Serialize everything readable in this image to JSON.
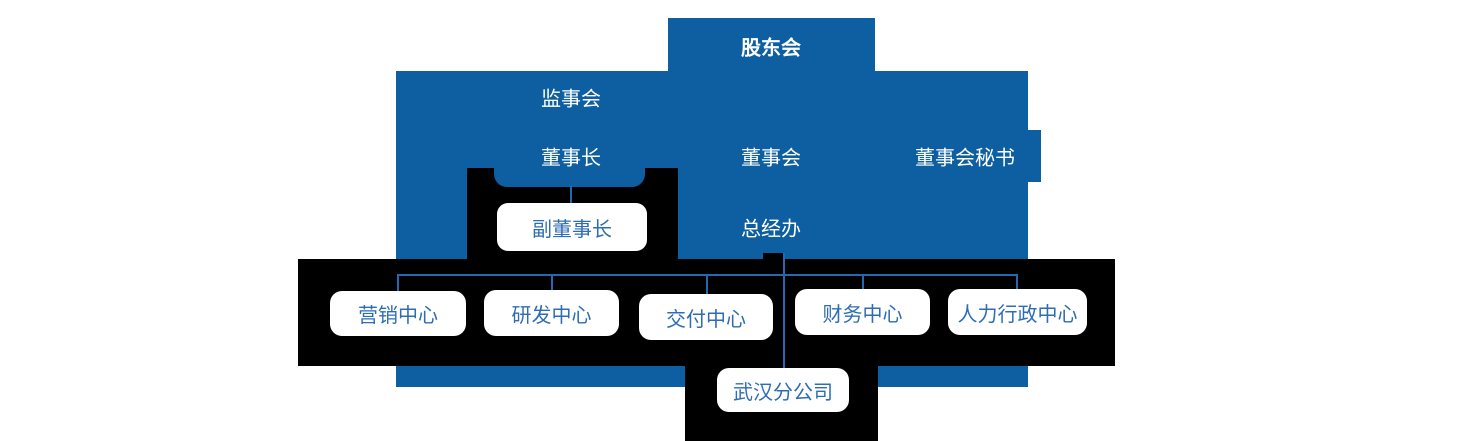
{
  "org_chart": {
    "nodes": {
      "shareholders": {
        "label": "股东会"
      },
      "supervisory": {
        "label": "监事会"
      },
      "chairman": {
        "label": "董事长"
      },
      "board": {
        "label": "董事会"
      },
      "board_secretary": {
        "label": "董事会秘书"
      },
      "vice_chairman": {
        "label": "副董事长"
      },
      "gm_office": {
        "label": "总经办"
      },
      "marketing": {
        "label": "营销中心"
      },
      "rnd": {
        "label": "研发中心"
      },
      "delivery": {
        "label": "交付中心"
      },
      "finance": {
        "label": "财务中心"
      },
      "hr_admin": {
        "label": "人力行政中心"
      },
      "wuhan_branch": {
        "label": "武汉分公司"
      }
    },
    "colors": {
      "backdrop_blue": "#0d5fa1",
      "connector_blue": "#2667b2",
      "node_text_blue": "#2e6db4",
      "cutout_black": "#000000",
      "node_fill_white": "#ffffff",
      "label_white": "#ffffff"
    }
  }
}
